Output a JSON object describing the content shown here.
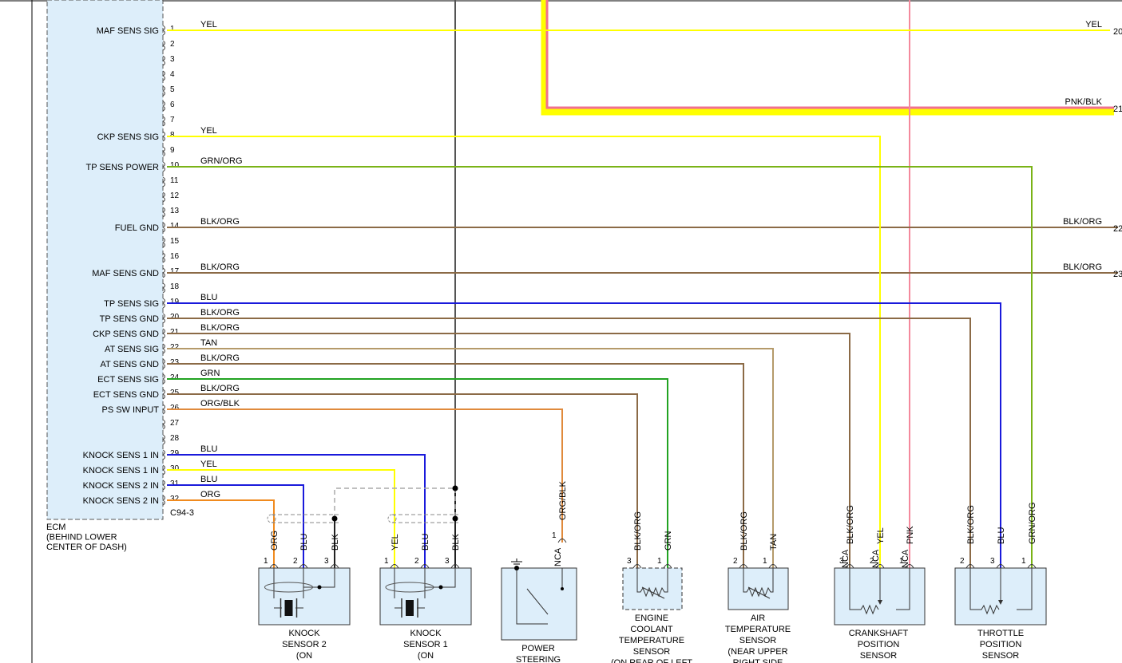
{
  "ecm": {
    "connector": "C94-3",
    "label_lines": [
      "ECM",
      "(BEHIND LOWER",
      "CENTER OF DASH)"
    ],
    "pins": [
      {
        "pin": "1",
        "name": "MAF SENS SIG",
        "wire": "YEL",
        "color": "#ffff00"
      },
      {
        "pin": "2",
        "name": "",
        "wire": "",
        "color": ""
      },
      {
        "pin": "3",
        "name": "",
        "wire": "",
        "color": ""
      },
      {
        "pin": "4",
        "name": "",
        "wire": "",
        "color": ""
      },
      {
        "pin": "5",
        "name": "",
        "wire": "",
        "color": ""
      },
      {
        "pin": "6",
        "name": "",
        "wire": "",
        "color": ""
      },
      {
        "pin": "7",
        "name": "",
        "wire": "",
        "color": ""
      },
      {
        "pin": "8",
        "name": "CKP SENS SIG",
        "wire": "YEL",
        "color": "#ffff00"
      },
      {
        "pin": "9",
        "name": "",
        "wire": "",
        "color": ""
      },
      {
        "pin": "10",
        "name": "TP SENS POWER",
        "wire": "GRN/ORG",
        "color": "#7ab317"
      },
      {
        "pin": "11",
        "name": "",
        "wire": "",
        "color": ""
      },
      {
        "pin": "12",
        "name": "",
        "wire": "",
        "color": ""
      },
      {
        "pin": "13",
        "name": "",
        "wire": "",
        "color": ""
      },
      {
        "pin": "14",
        "name": "FUEL GND",
        "wire": "BLK/ORG",
        "color": "#8b6a46"
      },
      {
        "pin": "15",
        "name": "",
        "wire": "",
        "color": ""
      },
      {
        "pin": "16",
        "name": "",
        "wire": "",
        "color": ""
      },
      {
        "pin": "17",
        "name": "MAF SENS GND",
        "wire": "BLK/ORG",
        "color": "#8b6a46"
      },
      {
        "pin": "18",
        "name": "",
        "wire": "",
        "color": ""
      },
      {
        "pin": "19",
        "name": "TP SENS SIG",
        "wire": "BLU",
        "color": "#1a1adb"
      },
      {
        "pin": "20",
        "name": "TP SENS GND",
        "wire": "BLK/ORG",
        "color": "#8b6a46"
      },
      {
        "pin": "21",
        "name": "CKP SENS GND",
        "wire": "BLK/ORG",
        "color": "#8b6a46"
      },
      {
        "pin": "22",
        "name": "AT SENS SIG",
        "wire": "TAN",
        "color": "#b59a6a"
      },
      {
        "pin": "23",
        "name": "AT SENS GND",
        "wire": "BLK/ORG",
        "color": "#8b6a46"
      },
      {
        "pin": "24",
        "name": "ECT SENS SIG",
        "wire": "GRN",
        "color": "#22a322"
      },
      {
        "pin": "25",
        "name": "ECT SENS GND",
        "wire": "BLK/ORG",
        "color": "#8b6a46"
      },
      {
        "pin": "26",
        "name": "PS SW INPUT",
        "wire": "ORG/BLK",
        "color": "#e08a3c"
      },
      {
        "pin": "27",
        "name": "",
        "wire": "",
        "color": ""
      },
      {
        "pin": "28",
        "name": "",
        "wire": "",
        "color": ""
      },
      {
        "pin": "29",
        "name": "KNOCK SENS 1 IN",
        "wire": "BLU",
        "color": "#1a1adb"
      },
      {
        "pin": "30",
        "name": "KNOCK SENS 1 IN",
        "wire": "YEL",
        "color": "#ffff00"
      },
      {
        "pin": "31",
        "name": "KNOCK SENS 2 IN",
        "wire": "BLU",
        "color": "#1a1adb"
      },
      {
        "pin": "32",
        "name": "KNOCK SENS 2 IN",
        "wire": "ORG",
        "color": "#f08a1e"
      }
    ]
  },
  "right_edge": [
    {
      "wire": "YEL",
      "ref": "20"
    },
    {
      "wire": "PNK/BLK",
      "ref": "21"
    },
    {
      "wire": "BLK/ORG",
      "ref": "22"
    },
    {
      "wire": "BLK/ORG",
      "ref": "23"
    }
  ],
  "components": [
    {
      "id": "knock2",
      "label_lines": [
        "KNOCK",
        "SENSOR 2",
        "(ON"
      ],
      "pins": [
        {
          "num": "1",
          "wire": "ORG"
        },
        {
          "num": "2",
          "wire": "BLU"
        },
        {
          "num": "3",
          "wire": "BLK"
        }
      ]
    },
    {
      "id": "knock1",
      "label_lines": [
        "KNOCK",
        "SENSOR 1",
        "(ON"
      ],
      "pins": [
        {
          "num": "1",
          "wire": "YEL"
        },
        {
          "num": "2",
          "wire": "BLU"
        },
        {
          "num": "3",
          "wire": "BLK"
        }
      ]
    },
    {
      "id": "ps",
      "label_lines": [
        "POWER",
        "STEERING"
      ],
      "pins": [
        {
          "num": "1",
          "wire": "ORG/BLK",
          "nca": "NCA"
        }
      ]
    },
    {
      "id": "ect",
      "label_lines": [
        "ENGINE",
        "COOLANT",
        "TEMPERATURE",
        "SENSOR",
        "(ON REAR OF LEFT"
      ],
      "pins": [
        {
          "num": "3",
          "wire": "BLK/ORG"
        },
        {
          "num": "1",
          "wire": "GRN"
        }
      ]
    },
    {
      "id": "at",
      "label_lines": [
        "AIR",
        "TEMPERATURE",
        "SENSOR",
        "(NEAR UPPER",
        "RIGHT SIDE"
      ],
      "pins": [
        {
          "num": "2",
          "wire": "BLK/ORG"
        },
        {
          "num": "1",
          "wire": "TAN"
        }
      ]
    },
    {
      "id": "ckp",
      "label_lines": [
        "CRANKSHAFT",
        "POSITION",
        "SENSOR"
      ],
      "pins": [
        {
          "num": "3",
          "wire": "BLK/ORG",
          "nca": "NCA"
        },
        {
          "num": "2",
          "wire": "YEL",
          "nca": "NCA"
        },
        {
          "num": "1",
          "wire": "PNK",
          "nca": "NCA"
        }
      ]
    },
    {
      "id": "tps",
      "label_lines": [
        "THROTTLE",
        "POSITION",
        "SENSOR"
      ],
      "pins": [
        {
          "num": "2",
          "wire": "BLK/ORG"
        },
        {
          "num": "3",
          "wire": "BLU"
        },
        {
          "num": "1",
          "wire": "GRN/ORG"
        }
      ]
    }
  ]
}
